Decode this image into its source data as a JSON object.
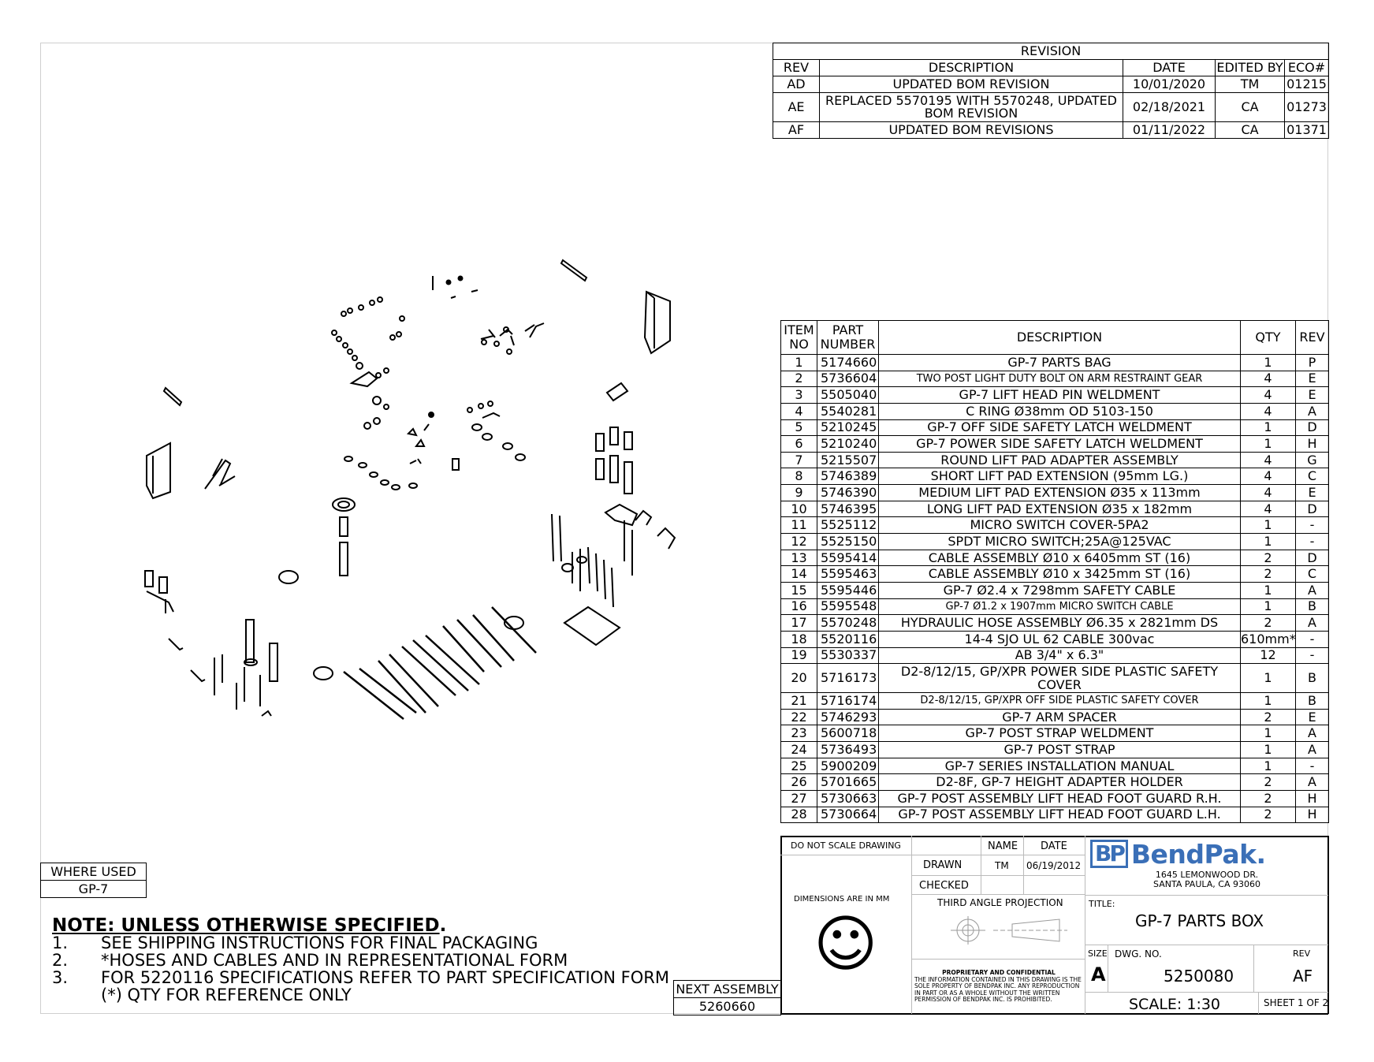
{
  "revision": {
    "title": "REVISION",
    "headers": [
      "REV",
      "DESCRIPTION",
      "DATE",
      "EDITED BY",
      "ECO#"
    ],
    "rows": [
      {
        "rev": "AD",
        "description": "UPDATED BOM REVISION",
        "date": "10/01/2020",
        "edited_by": "TM",
        "eco": "01215"
      },
      {
        "rev": "AE",
        "description": "REPLACED 5570195 WITH 5570248, UPDATED BOM REVISION",
        "date": "02/18/2021",
        "edited_by": "CA",
        "eco": "01273"
      },
      {
        "rev": "AF",
        "description": "UPDATED BOM REVISIONS",
        "date": "01/11/2022",
        "edited_by": "CA",
        "eco": "01371"
      }
    ]
  },
  "bom": {
    "headers": {
      "item": "ITEM NO",
      "part": "PART NUMBER",
      "description": "DESCRIPTION",
      "qty": "QTY",
      "rev": "REV"
    },
    "rows": [
      {
        "item": "1",
        "part": "5174660",
        "description": "GP-7 PARTS BAG",
        "qty": "1",
        "rev": "P"
      },
      {
        "item": "2",
        "part": "5736604",
        "description": "TWO POST LIGHT DUTY BOLT ON ARM RESTRAINT GEAR",
        "qty": "4",
        "rev": "E"
      },
      {
        "item": "3",
        "part": "5505040",
        "description": "GP-7 LIFT HEAD PIN WELDMENT",
        "qty": "4",
        "rev": "E"
      },
      {
        "item": "4",
        "part": "5540281",
        "description": "C RING Ø38mm OD 5103-150",
        "qty": "4",
        "rev": "A"
      },
      {
        "item": "5",
        "part": "5210245",
        "description": "GP-7 OFF SIDE SAFETY LATCH WELDMENT",
        "qty": "1",
        "rev": "D"
      },
      {
        "item": "6",
        "part": "5210240",
        "description": "GP-7 POWER SIDE SAFETY LATCH WELDMENT",
        "qty": "1",
        "rev": "H"
      },
      {
        "item": "7",
        "part": "5215507",
        "description": "ROUND LIFT PAD ADAPTER ASSEMBLY",
        "qty": "4",
        "rev": "G"
      },
      {
        "item": "8",
        "part": "5746389",
        "description": "SHORT LIFT PAD EXTENSION (95mm LG.)",
        "qty": "4",
        "rev": "C"
      },
      {
        "item": "9",
        "part": "5746390",
        "description": "MEDIUM LIFT PAD EXTENSION Ø35 x 113mm",
        "qty": "4",
        "rev": "E"
      },
      {
        "item": "10",
        "part": "5746395",
        "description": "LONG LIFT PAD EXTENSION Ø35 x 182mm",
        "qty": "4",
        "rev": "D"
      },
      {
        "item": "11",
        "part": "5525112",
        "description": "MICRO SWITCH COVER-5PA2",
        "qty": "1",
        "rev": "-"
      },
      {
        "item": "12",
        "part": "5525150",
        "description": "SPDT MICRO SWITCH;25A@125VAC",
        "qty": "1",
        "rev": "-"
      },
      {
        "item": "13",
        "part": "5595414",
        "description": "CABLE ASSEMBLY Ø10 x 6405mm ST (16)",
        "qty": "2",
        "rev": "D"
      },
      {
        "item": "14",
        "part": "5595463",
        "description": "CABLE ASSEMBLY Ø10 x 3425mm ST (16)",
        "qty": "2",
        "rev": "C"
      },
      {
        "item": "15",
        "part": "5595446",
        "description": "GP-7 Ø2.4 x 7298mm SAFETY CABLE",
        "qty": "1",
        "rev": "A"
      },
      {
        "item": "16",
        "part": "5595548",
        "description": "GP-7 Ø1.2 x 1907mm MICRO SWITCH CABLE",
        "qty": "1",
        "rev": "B"
      },
      {
        "item": "17",
        "part": "5570248",
        "description": "HYDRAULIC HOSE ASSEMBLY Ø6.35 x 2821mm DS",
        "qty": "2",
        "rev": "A"
      },
      {
        "item": "18",
        "part": "5520116",
        "description": "14-4 SJO UL 62 CABLE 300vac",
        "qty": "610mm*",
        "rev": "-"
      },
      {
        "item": "19",
        "part": "5530337",
        "description": "AB 3/4\" x 6.3\"",
        "qty": "12",
        "rev": "-"
      },
      {
        "item": "20",
        "part": "5716173",
        "description": "D2-8/12/15, GP/XPR POWER SIDE PLASTIC SAFETY COVER",
        "qty": "1",
        "rev": "B"
      },
      {
        "item": "21",
        "part": "5716174",
        "description": "D2-8/12/15, GP/XPR OFF SIDE PLASTIC SAFETY COVER",
        "qty": "1",
        "rev": "B"
      },
      {
        "item": "22",
        "part": "5746293",
        "description": "GP-7 ARM SPACER",
        "qty": "2",
        "rev": "E"
      },
      {
        "item": "23",
        "part": "5600718",
        "description": "GP-7 POST STRAP WELDMENT",
        "qty": "1",
        "rev": "A"
      },
      {
        "item": "24",
        "part": "5736493",
        "description": "GP-7 POST STRAP",
        "qty": "1",
        "rev": "A"
      },
      {
        "item": "25",
        "part": "5900209",
        "description": "GP-7 SERIES INSTALLATION MANUAL",
        "qty": "1",
        "rev": "-"
      },
      {
        "item": "26",
        "part": "5701665",
        "description": "D2-8F, GP-7 HEIGHT ADAPTER HOLDER",
        "qty": "2",
        "rev": "A"
      },
      {
        "item": "27",
        "part": "5730663",
        "description": "GP-7 POST ASSEMBLY LIFT HEAD FOOT GUARD R.H.",
        "qty": "2",
        "rev": "H"
      },
      {
        "item": "28",
        "part": "5730664",
        "description": "GP-7 POST ASSEMBLY LIFT HEAD FOOT GUARD L.H.",
        "qty": "2",
        "rev": "H"
      }
    ]
  },
  "where_used": {
    "label": "WHERE USED",
    "value": "GP-7"
  },
  "next_assembly": {
    "label": "NEXT ASSEMBLY",
    "value": "5260660"
  },
  "notes": {
    "title": "NOTE: UNLESS OTHERWISE SPECIFIED",
    "title_suffix": ".",
    "items": [
      {
        "num": "1.",
        "text": "SEE SHIPPING INSTRUCTIONS FOR FINAL PACKAGING"
      },
      {
        "num": "2.",
        "text": "*HOSES AND CABLES AND IN REPRESENTATIONAL FORM"
      },
      {
        "num": "3.",
        "text": "FOR 5220116 SPECIFICATIONS REFER TO PART SPECIFICATION FORM"
      },
      {
        "num": "",
        "text": "(*) QTY FOR REFERENCE ONLY"
      }
    ]
  },
  "title_block": {
    "do_not_scale": "DO NOT SCALE DRAWING",
    "name_label": "NAME",
    "date_label": "DATE",
    "drawn_label": "DRAWN",
    "drawn_name": "TM",
    "drawn_date": "06/19/2012",
    "checked_label": "CHECKED",
    "dimensions": "DIMENSIONS ARE IN MM",
    "projection": "THIRD ANGLE PROJECTION",
    "logo": "BendPak.",
    "logo_mark": "BP",
    "address_line1": "1645 LEMONWOOD DR.",
    "address_line2": "SANTA PAULA, CA 93060",
    "title_label": "TITLE:",
    "title": "GP-7 PARTS BOX",
    "size_label": "SIZE",
    "size": "A",
    "dwg_label": "DWG.  NO.",
    "dwg_no": "5250080",
    "rev_label": "REV",
    "rev": "AF",
    "scale": "SCALE: 1:30",
    "sheet": "SHEET 1 OF 2",
    "proprietary_title": "PROPRIETARY AND CONFIDENTIAL",
    "proprietary_text": "THE INFORMATION CONTAINED IN THIS DRAWING IS THE SOLE PROPERTY OF BENDPAK INC. ANY REPRODUCTION IN PART OR AS A WHOLE WITHOUT THE WRITTEN PERMISSION OF BENDPAK INC. IS PROHIBITED.",
    "smiley": "☺",
    "colors": {
      "logo_blue": "#3a6fb7",
      "logo_gray": "#7b8794"
    }
  }
}
